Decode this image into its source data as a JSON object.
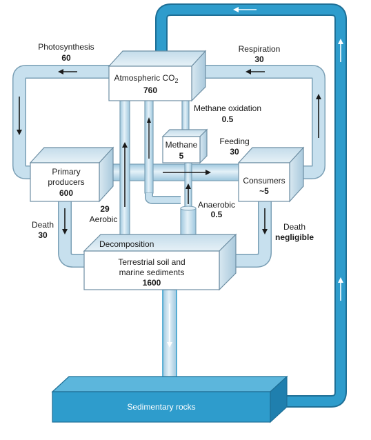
{
  "boxes": {
    "atmosphere": {
      "label": "Atmospheric CO",
      "label_sub": "2",
      "value": "760"
    },
    "methane": {
      "label": "Methane",
      "value": "5"
    },
    "producers": {
      "label_line1": "Primary",
      "label_line2": "producers",
      "value": "600"
    },
    "consumers": {
      "label": "Consumers",
      "value": "~5"
    },
    "soil": {
      "label_line1": "Terrestrial soil and",
      "label_line2": "marine sediments",
      "value": "1600"
    },
    "rocks": {
      "label": "Sedimentary rocks"
    }
  },
  "flows": {
    "photosynthesis": {
      "label": "Photosynthesis",
      "value": "60"
    },
    "respiration": {
      "label": "Respiration",
      "value": "30"
    },
    "methane_oxidation": {
      "label": "Methane oxidation",
      "value": "0.5"
    },
    "feeding": {
      "label": "Feeding",
      "value": "30"
    },
    "aerobic": {
      "label": "Aerobic",
      "value": "29"
    },
    "anaerobic": {
      "label": "Anaerobic",
      "value": "0.5"
    },
    "death_producers": {
      "label": "Death",
      "value": "30"
    },
    "death_consumers": {
      "label": "Death",
      "value": "negligible"
    },
    "decomposition": {
      "label": "Decomposition"
    }
  },
  "colors": {
    "pipe_light": "#b8d8ea",
    "pipe_outline": "#7a9fb5",
    "cycle_pipe": "#2e9ccc",
    "rocks_fill": "#2e9ccc",
    "box_face": "#ffffff"
  }
}
